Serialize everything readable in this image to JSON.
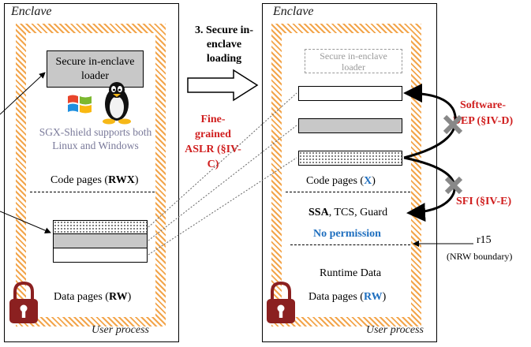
{
  "left_panel": {
    "enclave_label": "Enclave",
    "loader_label": "Secure in-enclave loader",
    "shield_note": "SGX-Shield supports both Linux and Windows",
    "code_pages": {
      "prefix": "Code pages (",
      "perm": "RWX",
      "suffix": ")"
    },
    "data_pages": {
      "prefix": "Data pages (",
      "perm": "RW",
      "suffix": ")"
    },
    "user_process": "User process"
  },
  "middle": {
    "step_label": "3. Secure in-enclave loading",
    "aslr_label": "Fine-grained ASLR (§IV-C)"
  },
  "right_panel": {
    "enclave_label": "Enclave",
    "loader_label": "Secure in-enclave loader",
    "code_pages": {
      "prefix": "Code pages (",
      "perm": "X",
      "suffix": ")"
    },
    "ssa_row": {
      "ssa": "SSA",
      "rest": ", TCS, Guard"
    },
    "no_permission": "No permission",
    "runtime_data": "Runtime Data",
    "data_pages": {
      "prefix": "Data pages (",
      "perm": "RW",
      "suffix": ")"
    },
    "user_process": "User process"
  },
  "annotations": {
    "software_dep": "Software-DEP (§IV-D)",
    "sfi": "SFI (§IV-E)",
    "r15": "r15",
    "nrw_boundary": "(NRW boundary)"
  },
  "colors": {
    "hatch": "#f3a54b",
    "red": "#d01f1f",
    "blue": "#1f6fbf",
    "lock": "#8b2020",
    "gray_box": "#c8c8c8"
  }
}
